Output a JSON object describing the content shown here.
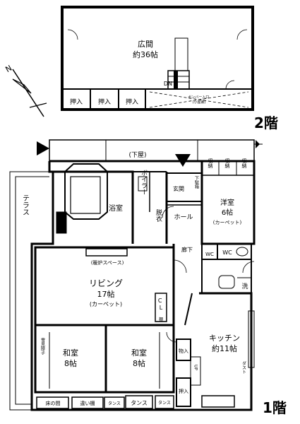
{
  "floor2": {
    "label": "2階",
    "hall_name": "広間",
    "hall_size": "約36帖",
    "down": "DN",
    "closet": "押入",
    "attic": "ボンバー入口\n(小屋裏)"
  },
  "floor1": {
    "label": "1階",
    "roof_below": "(下屋)",
    "terrace": "テラス",
    "bath": "浴室",
    "boiler": "ボイラー",
    "dressing": "脱衣",
    "entrance": "玄関",
    "shoe": "下駄箱",
    "hall": "ホール",
    "corridor": "廊下",
    "storage": "収納",
    "western_name": "洋室",
    "western_size": "6帖",
    "western_floor": "(カーペット)",
    "wc": "WC",
    "fireplace": "(暖炉スペース)",
    "living_name": "リビング",
    "living_size": "17帖",
    "living_floor": "(カーペット)",
    "cl": "C\nL",
    "shelf": "棚",
    "washroom": "洗",
    "kitchen_name": "キッチン",
    "kitchen_size": "約11帖",
    "washitsu": "和室",
    "washitsu_size": "8帖",
    "yukimi": "雪見障子",
    "tokonoma": "床の間",
    "chigaidana": "違い棚",
    "tansu": "タンス",
    "nyu": "物入",
    "oshiire": "押入",
    "dust": "ダスト",
    "up": "UP"
  }
}
